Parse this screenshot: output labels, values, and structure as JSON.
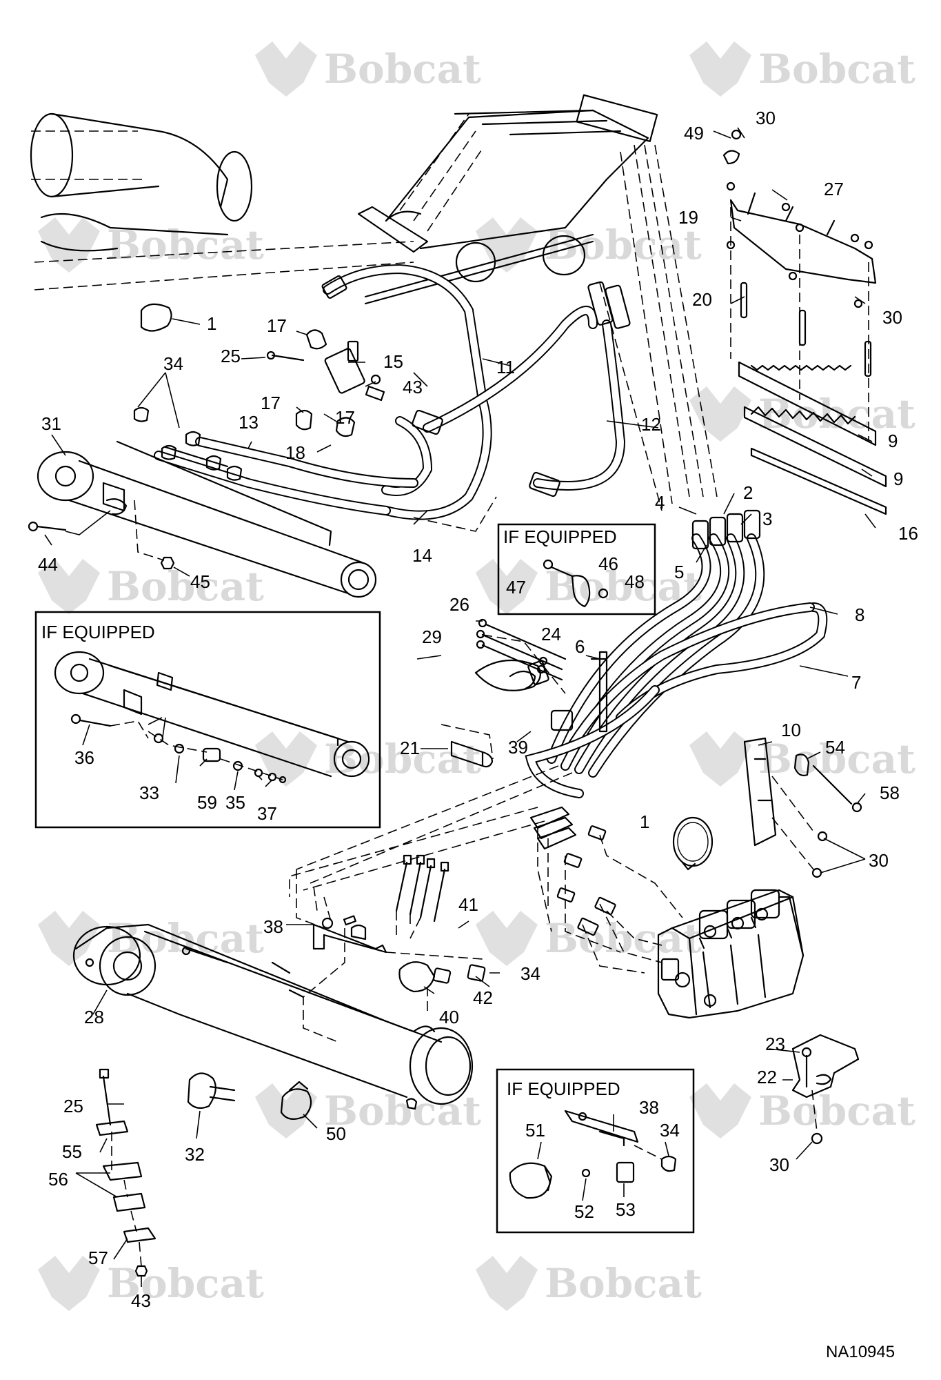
{
  "document_id": "NA10945",
  "watermark_text": "Bobcat",
  "inset_title": "IF EQUIPPED",
  "callouts": {
    "c1a": "1",
    "c1b": "1",
    "c2": "2",
    "c3": "3",
    "c4": "4",
    "c5": "5",
    "c6": "6",
    "c7": "7",
    "c8": "8",
    "c9a": "9",
    "c9b": "9",
    "c10": "10",
    "c11": "11",
    "c12": "12",
    "c13": "13",
    "c14": "14",
    "c15": "15",
    "c16": "16",
    "c17a": "17",
    "c17b": "17",
    "c17c": "17",
    "c18": "18",
    "c19": "19",
    "c20": "20",
    "c21": "21",
    "c22": "22",
    "c23": "23",
    "c24": "24",
    "c25a": "25",
    "c25b": "25",
    "c26": "26",
    "c27": "27",
    "c28": "28",
    "c29": "29",
    "c30a": "30",
    "c30b": "30",
    "c30c": "30",
    "c30d": "30",
    "c31": "31",
    "c32": "32",
    "c33": "33",
    "c34a": "34",
    "c34b": "34",
    "c34c": "34",
    "c35": "35",
    "c36": "36",
    "c37": "37",
    "c38a": "38",
    "c38b": "38",
    "c39": "39",
    "c40": "40",
    "c41": "41",
    "c42": "42",
    "c43a": "43",
    "c43b": "43",
    "c44": "44",
    "c45": "45",
    "c46": "46",
    "c47": "47",
    "c48": "48",
    "c49": "49",
    "c50": "50",
    "c51": "51",
    "c52": "52",
    "c53": "53",
    "c54": "54",
    "c55": "55",
    "c56": "56",
    "c57": "57",
    "c58": "58",
    "c59": "59"
  }
}
